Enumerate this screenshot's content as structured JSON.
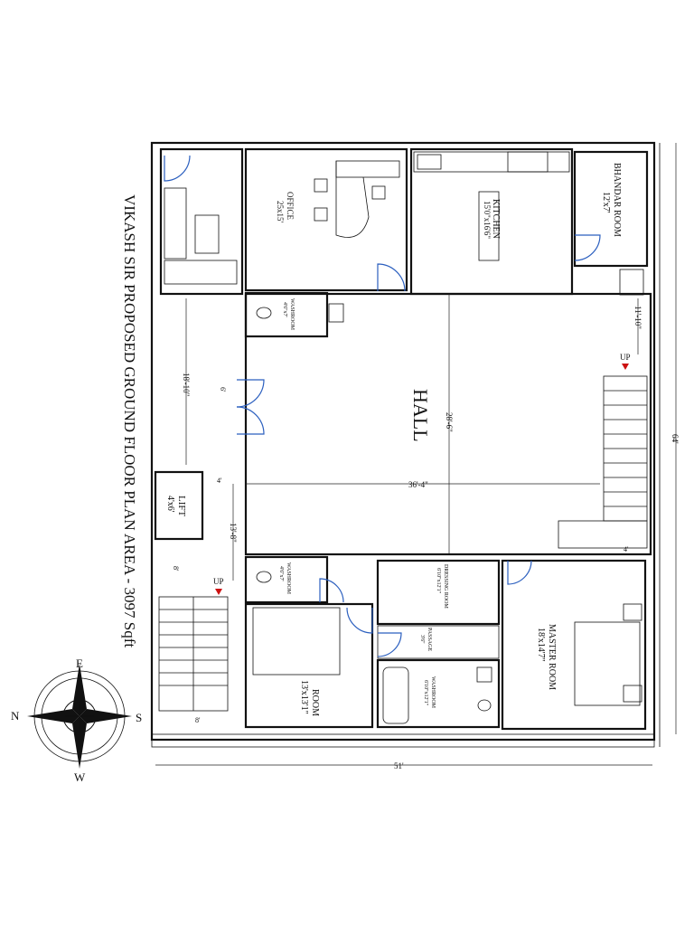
{
  "title": "VIKASH SIR PROPOSED GROUND FLOOR PLAN AREA - 3097 Sqft",
  "rooms": {
    "office": {
      "name": "OFFICE",
      "size": "25x15'"
    },
    "kitchen": {
      "name": "KITCHEN",
      "size": "15'0\"x16'6\""
    },
    "bhandar": {
      "name": "BHANDAR ROOM",
      "size": "12'x7'"
    },
    "washroom_top": {
      "name": "WASHROOM",
      "size": "4'6\"x7'"
    },
    "hall": {
      "name": "HALL"
    },
    "lift": {
      "name": "LIFT",
      "size": "4'x6'"
    },
    "washroom_mid": {
      "name": "WASHROOM",
      "size": "4'6\"x7'"
    },
    "room": {
      "name": "ROOM",
      "size": "13'x13'1\""
    },
    "dressing": {
      "name": "DRESSING ROOM",
      "size": "6'10\"x12'1\""
    },
    "passage": {
      "name": "PASSAGE",
      "size": "3'6\""
    },
    "washroom_bottom": {
      "name": "WASHROOM",
      "size": "6'10\"x12'1\""
    },
    "master": {
      "name": "MASTER ROOM",
      "size": "18'x14'7\""
    }
  },
  "dimensions": {
    "d_18_10": "18'-10\"",
    "d_28_6": "28'-6\"",
    "d_36_4": "36'-4\"",
    "d_11_10": "11'-10\"",
    "d_64": "64'",
    "d_51": "51'",
    "d_13_8": "13'-8\"",
    "d_4_lift": "4'",
    "d_4_stair": "4'",
    "d_8_stair": "8'",
    "d_8_side": "8'",
    "d_6_door": "6'"
  },
  "labels": {
    "up_left": "UP",
    "up_right": "UP"
  },
  "compass": {
    "n": "N",
    "e": "E",
    "s": "S",
    "w": "W"
  }
}
